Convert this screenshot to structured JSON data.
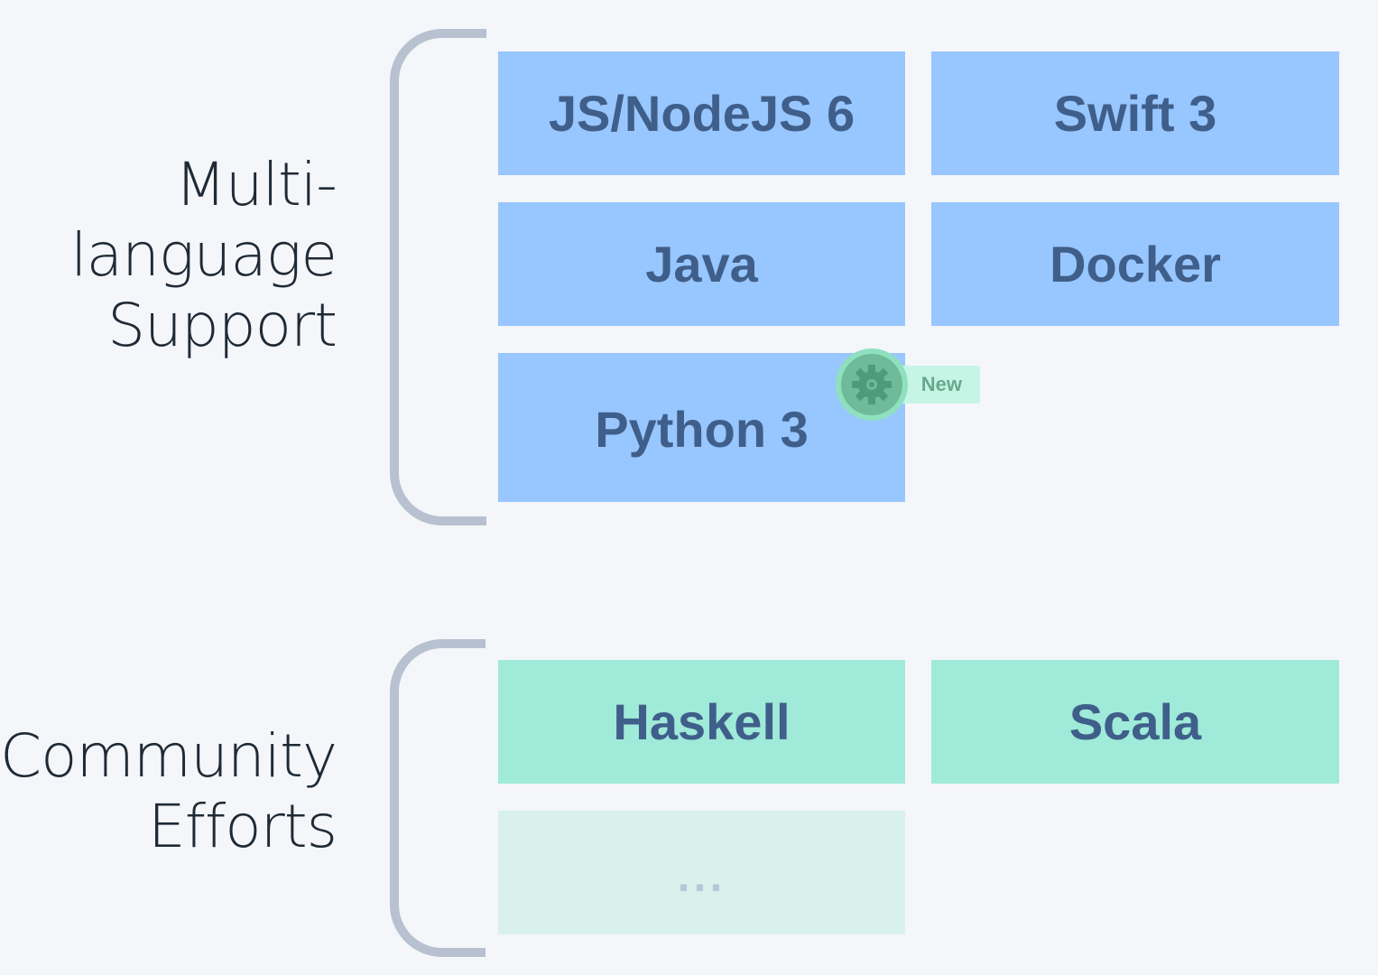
{
  "groups": [
    {
      "label_lines": [
        "Multi-",
        "language",
        "Support"
      ],
      "items": [
        "JS/NodeJS 6",
        "Swift 3",
        "Java",
        "Docker",
        "Python 3"
      ]
    },
    {
      "label_lines": [
        "Community",
        "Efforts"
      ],
      "items": [
        "Haskell",
        "Scala",
        "..."
      ]
    }
  ],
  "badge": {
    "text": "New",
    "icon": "gear-icon"
  },
  "colors": {
    "background": "#f4f6fa",
    "bracket": "#b7c1cf",
    "blue_tile": "#98c6fe",
    "green_tile": "#9fead8",
    "faint_tile": "#d8f1ed",
    "tile_text": "#3f5f8a",
    "label_text": "#1f2a36",
    "badge_green": "#6fba98",
    "badge_tag": "#c6f5e5"
  }
}
